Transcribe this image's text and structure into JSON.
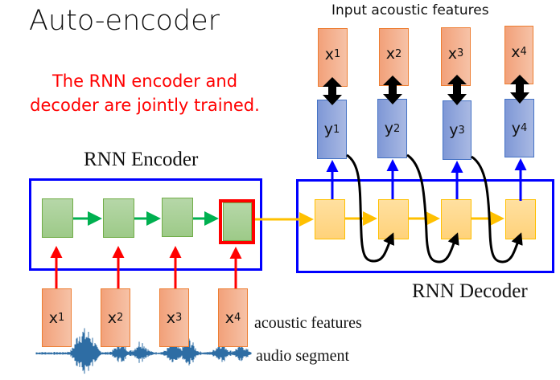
{
  "slide": {
    "title": "Auto-encoder",
    "subtitle_line1": "The RNN encoder and",
    "subtitle_line2": "decoder are jointly trained.",
    "encoder_label": "RNN Encoder",
    "decoder_label": "RNN Decoder",
    "input_features_label": "Input acoustic features",
    "acoustic_features_label": "acoustic features",
    "audio_segment_label": "audio segment"
  },
  "encoder_inputs": [
    {
      "symbol": "x",
      "index": "1"
    },
    {
      "symbol": "x",
      "index": "2"
    },
    {
      "symbol": "x",
      "index": "3"
    },
    {
      "symbol": "x",
      "index": "4"
    }
  ],
  "decoder_outputs": [
    {
      "symbol": "y",
      "index": "1"
    },
    {
      "symbol": "y",
      "index": "2"
    },
    {
      "symbol": "y",
      "index": "3"
    },
    {
      "symbol": "y",
      "index": "4"
    }
  ],
  "targets": [
    {
      "symbol": "x",
      "index": "1"
    },
    {
      "symbol": "x",
      "index": "2"
    },
    {
      "symbol": "x",
      "index": "3"
    },
    {
      "symbol": "x",
      "index": "4"
    }
  ],
  "colors": {
    "encoder_cell": "#a9d08e",
    "decoder_cell": "#ffd780",
    "feature_box": "#f4b183",
    "output_box": "#8faadc",
    "container_border": "#0000ff",
    "highlight": "#ff0000",
    "encoder_arrow": "#00b050",
    "decoder_arrow": "#ffc000",
    "input_arrow": "#ff0000",
    "output_arrow": "#0000ff",
    "waveform": "#2e6da4"
  }
}
